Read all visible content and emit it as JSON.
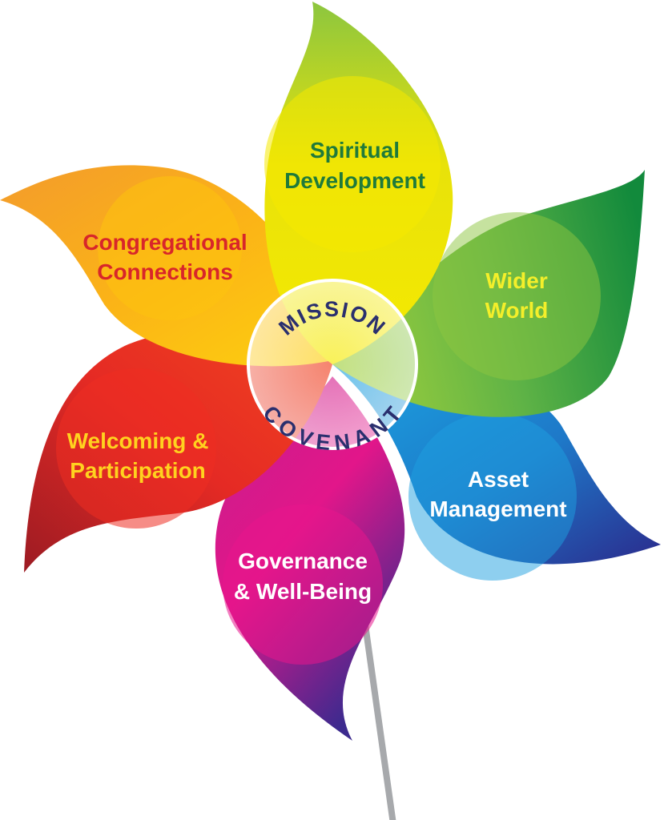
{
  "center": {
    "top_text": "MISSION",
    "bottom_text": "COVENANT",
    "text_color": "#2a2f6e"
  },
  "petals": [
    {
      "id": "spiritual",
      "line1": "Spiritual",
      "line2": "Development",
      "label_color": "#1f7a3a",
      "base_color": "#f3e600",
      "tip_color": "#8cc63f"
    },
    {
      "id": "wider",
      "line1": "Wider",
      "line2": "World",
      "label_color": "#f4ef2a",
      "base_color": "#8cc63f",
      "tip_color": "#1b8a3a"
    },
    {
      "id": "asset",
      "line1": "Asset",
      "line2": "Management",
      "label_color": "#ffffff",
      "base_color": "#1fa3e0",
      "tip_color": "#2a2f8f"
    },
    {
      "id": "governance",
      "line1": "Governance",
      "line2": "& Well-Being",
      "label_color": "#ffffff",
      "base_color": "#e0188c",
      "tip_color": "#3a2a8f"
    },
    {
      "id": "welcoming",
      "line1": "Welcoming &",
      "line2": "Participation",
      "label_color": "#ffd21f",
      "base_color": "#ef3a24",
      "tip_color": "#a51c24"
    },
    {
      "id": "congregational",
      "line1": "Congregational",
      "line2": "Connections",
      "label_color": "#d8262a",
      "base_color": "#fdc010",
      "tip_color": "#f39a2a"
    }
  ],
  "stick_color": "#a7a9ac"
}
